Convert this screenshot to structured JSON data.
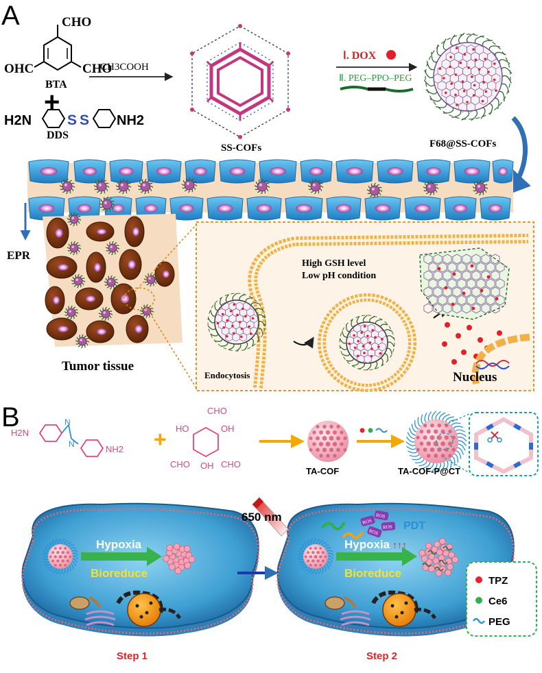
{
  "panelA": {
    "label": "A",
    "bta_cho_top": "CHO",
    "bta_ohc_left": "OHC",
    "bta_cho_right": "CHO",
    "bta_name": "BTA",
    "plus": "+",
    "dds_h2n": "H2N",
    "dds_s1": "S",
    "dds_s2": "S",
    "dds_nh2": "NH2",
    "dds_name": "DDS",
    "reagent": "CH3COOH",
    "cof_name": "SS-COFs",
    "step1": "Ⅰ. DOX",
    "step2": "Ⅱ. PEG–PPO–PEG",
    "product_name": "F68@SS-COFs",
    "epr": "EPR",
    "tumor": "Tumor tissue",
    "gsh": "High GSH level",
    "ph": "Low pH condition",
    "endocytosis": "Endocytosis",
    "nucleus": "Nucleus"
  },
  "panelB": {
    "label": "B",
    "plus": "+",
    "nh2_left": "H2N",
    "nh2_right": "NH2",
    "n_label": "N",
    "cho1": "CHO",
    "cho2": "CHO",
    "cho3": "CHO",
    "oh1": "OH",
    "oh2": "OH",
    "oh3": "HO",
    "cof_name": "TA-COF",
    "product_name": "TA-COF-P@CT",
    "laser": "650 nm",
    "pdt": "PDT",
    "ros": "ROS",
    "hypoxia1": "Hypoxia",
    "bioreduce1": "Bioreduce",
    "hypoxia2": "Hypoxia",
    "arrows_up": "↑↑↑",
    "bioreduce2": "Bioreduce",
    "step1": "Step 1",
    "step2": "Step 2",
    "legend": [
      {
        "name": "TPZ",
        "color": "#e8232b"
      },
      {
        "name": "Ce6",
        "color": "#2bb24c"
      },
      {
        "name": "PEG",
        "color": "#2a8fd6"
      }
    ]
  },
  "colors": {
    "cof_pink": "#c2377f",
    "linker_blue": "#3b4fa8",
    "arrow_blue": "#2f6fb6",
    "cell_blue": "#3aa0dc",
    "tumor_brown": "#6b2e0f",
    "vessel_bg": "#f6dcc0",
    "step_red": "#e0212b",
    "green_arrow": "#38b24a",
    "yellow_text": "#f2e32c"
  }
}
